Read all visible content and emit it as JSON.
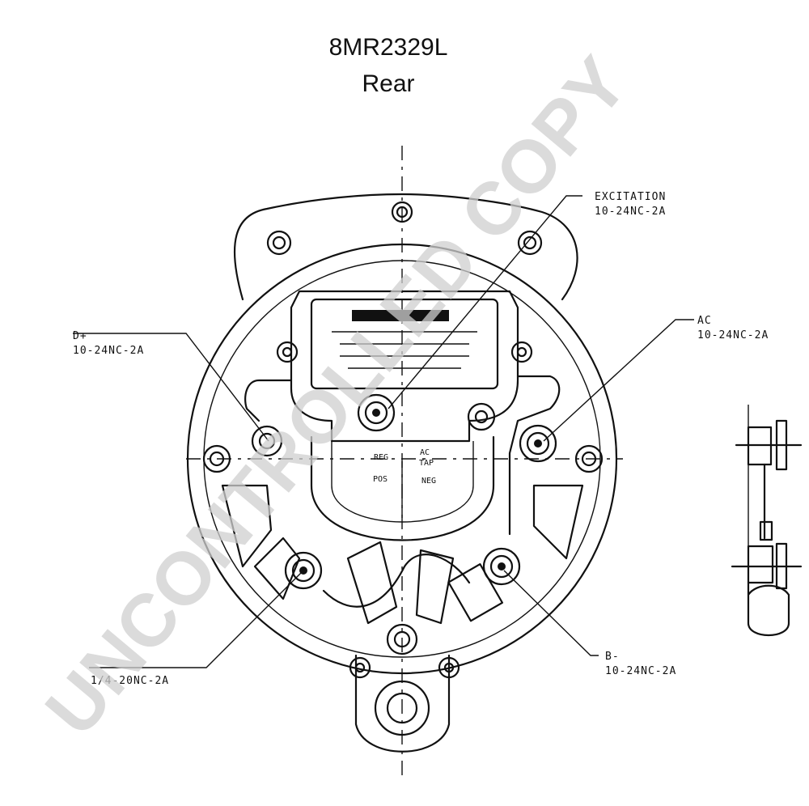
{
  "title": "8MR2329L",
  "subtitle": "Rear",
  "callouts": {
    "excitation": {
      "name": "EXCITATION",
      "spec": "10-24NC-2A"
    },
    "ac": {
      "name": "AC",
      "spec": "10-24NC-2A"
    },
    "d_plus": {
      "name": "D+",
      "spec": "10-24NC-2A"
    },
    "quarter": {
      "spec": "1/4-20NC-2A"
    },
    "b_minus": {
      "name": "B-",
      "spec": "10-24NC-2A"
    }
  },
  "panel_labels": {
    "reg": "REG",
    "ac_tap_1": "AC",
    "ac_tap_2": "TAP",
    "pos": "POS",
    "neg": "NEG"
  },
  "watermark": "UNCONTROLLED COPY"
}
